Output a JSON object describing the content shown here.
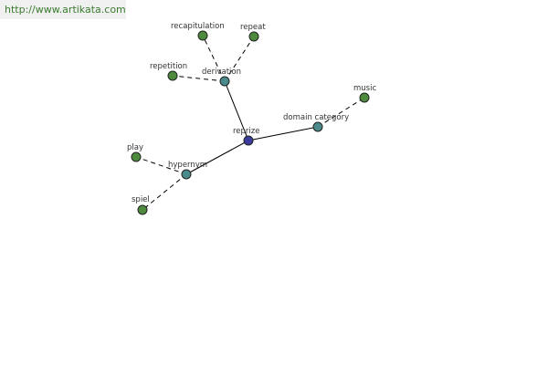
{
  "watermark": "http://www.artikata.com",
  "colors": {
    "center": "#3b3d9c",
    "relation": "#4a8a8a",
    "leaf": "#4e8a3e"
  },
  "nodes": {
    "center": "reprize",
    "derivation": "derivation",
    "hypernym": "hypernym",
    "domain_category": "domain category",
    "recapitulation": "recapitulation",
    "repeat": "repeat",
    "repetition": "repetition",
    "music": "music",
    "play": "play",
    "spiel": "spiel"
  }
}
